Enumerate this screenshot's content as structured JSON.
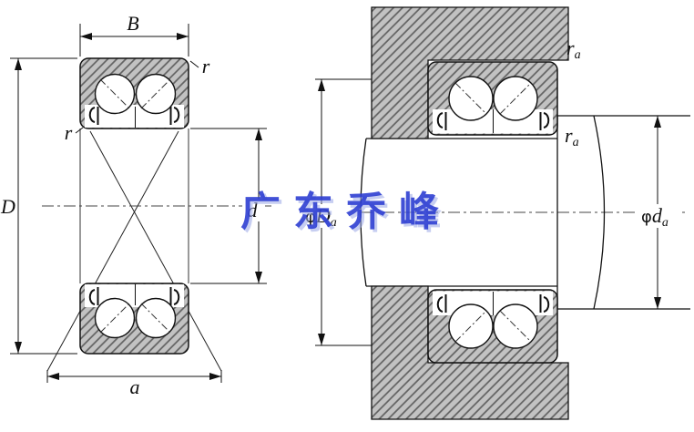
{
  "watermark": {
    "text": "广东乔峰",
    "color": "#2e3fd2"
  },
  "left_view": {
    "dim_B": "B",
    "dim_D": "D",
    "dim_d": "d",
    "dim_a": "a",
    "r_top": "r",
    "r_left": "r"
  },
  "right_view": {
    "ra_top": {
      "main": "r",
      "sub": "a"
    },
    "ra_mid": {
      "main": "r",
      "sub": "a"
    },
    "dim_Da": {
      "phi": "φ",
      "main": "D",
      "sub": "a"
    },
    "dim_da": {
      "phi": "φ",
      "main": "d",
      "sub": "a"
    }
  },
  "colors": {
    "line": "#111111",
    "hatch_fill": "#c2c2c2",
    "hatch_stroke": "#616161",
    "watermark_blue": "#2e3fd2",
    "background": "#ffffff"
  }
}
